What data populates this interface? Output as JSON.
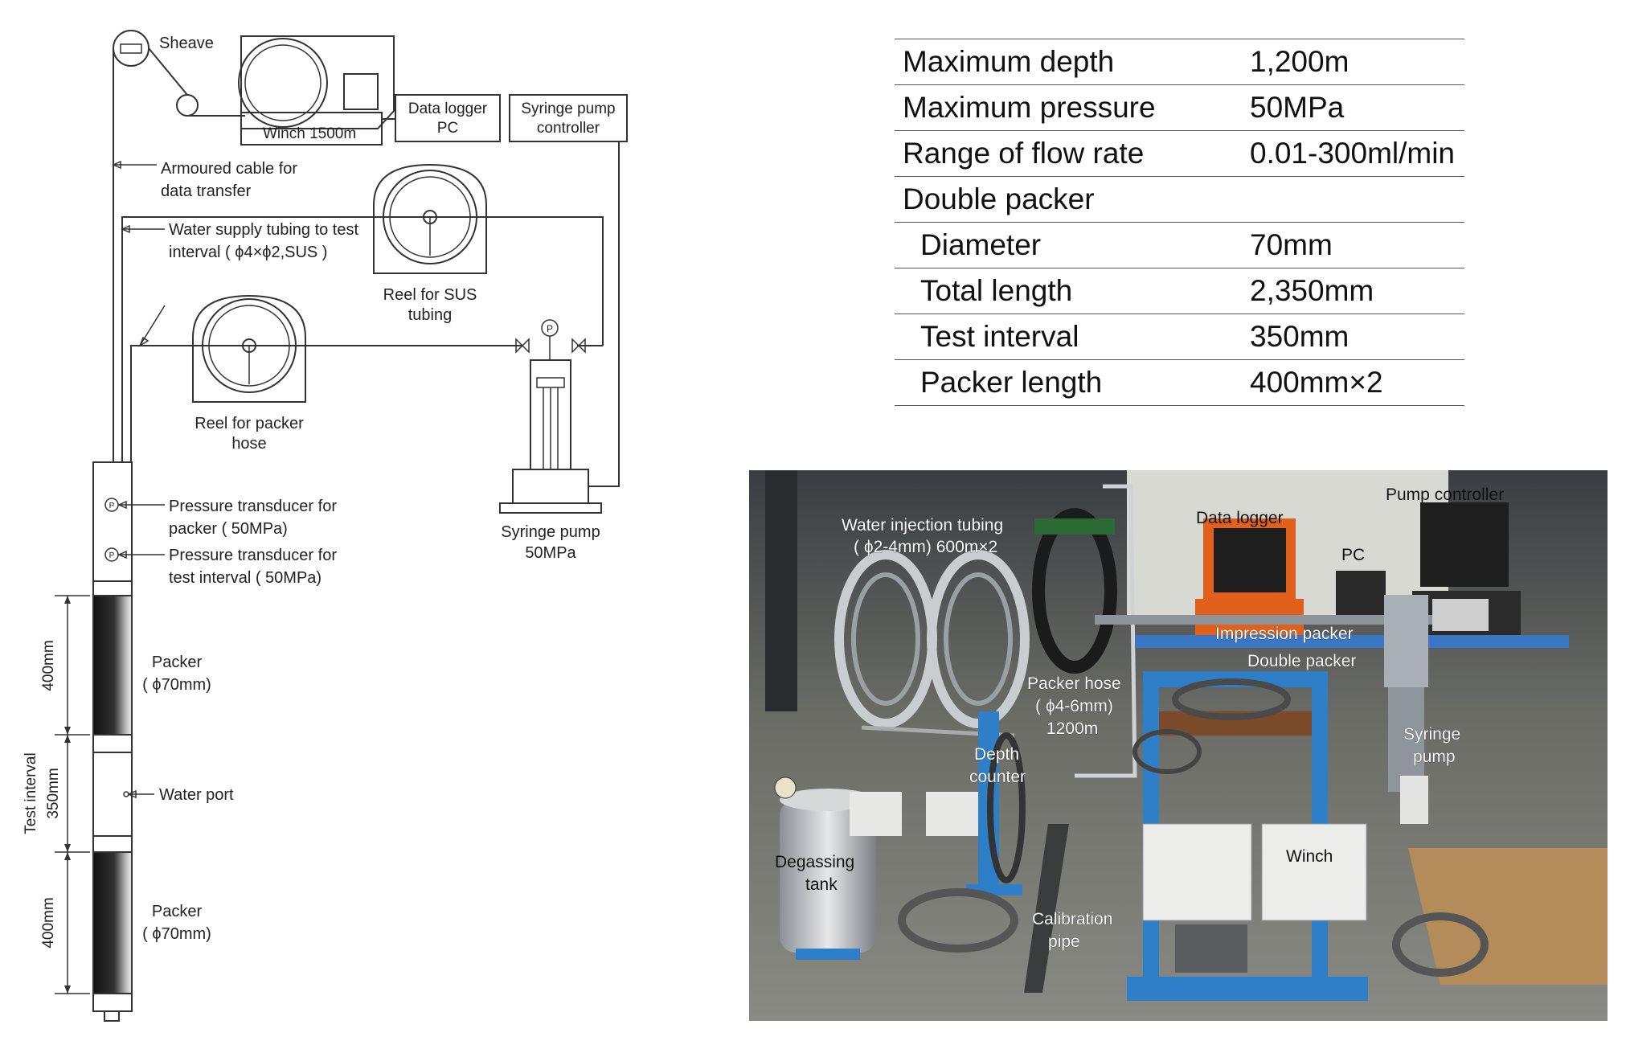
{
  "diagram": {
    "sheave": "Sheave",
    "winch": "Winch 1500m",
    "data_logger_l1": "Data logger",
    "data_logger_l2": "PC",
    "syringe_ctrl_l1": "Syringe pump",
    "syringe_ctrl_l2": "controller",
    "armoured_l1": "Armoured cable for",
    "armoured_l2": "data transfer",
    "water_supply_l1": "Water supply tubing to test",
    "water_supply_l2": "interval ( ϕ4×ϕ2,SUS )",
    "reel_sus_l1": "Reel for SUS",
    "reel_sus_l2": "tubing",
    "reel_packer_l1": "Reel for packer",
    "reel_packer_l2": "hose",
    "syringe_pump_l1": "Syringe pump",
    "syringe_pump_l2": "50MPa",
    "pt_packer_l1": "Pressure transducer for",
    "pt_packer_l2": "packer ( 50MPa)",
    "pt_test_l1": "Pressure transducer for",
    "pt_test_l2": "test interval ( 50MPa)",
    "packer_upper_l1": "Packer",
    "packer_upper_l2": "( ϕ70mm)",
    "packer_lower_l1": "Packer",
    "packer_lower_l2": "( ϕ70mm)",
    "water_port": "Water port",
    "dim_400_upper": "400mm",
    "dim_350": "350mm",
    "dim_400_lower": "400mm",
    "test_interval": "Test interval",
    "gauge_p": "P"
  },
  "spec_table": {
    "rows": [
      {
        "label": "Maximum depth",
        "value": "1,200m"
      },
      {
        "label": "Maximum pressure",
        "value": "50MPa"
      },
      {
        "label": "Range of flow rate",
        "value": "0.01-300ml/min"
      },
      {
        "label": "Double packer",
        "value": ""
      },
      {
        "label": "Diameter",
        "value": "70mm"
      },
      {
        "label": "Total length",
        "value": "2,350mm"
      },
      {
        "label": "Test interval",
        "value": "350mm"
      },
      {
        "label": "Packer length",
        "value": "400mm×2"
      }
    ]
  },
  "photo": {
    "water_injection_l1": "Water injection tubing",
    "water_injection_l2": "( ϕ2-4mm) 600m×2",
    "data_logger": "Data logger",
    "pump_controller": "Pump controller",
    "pc": "PC",
    "impression_packer": "Impression packer",
    "double_packer": "Double packer",
    "packer_hose_l1": "Packer hose",
    "packer_hose_l2": "( ϕ4-6mm)",
    "packer_hose_l3": "1200m",
    "depth_counter_l1": "Depth",
    "depth_counter_l2": "counter",
    "syringe_pump_l1": "Syringe",
    "syringe_pump_l2": "pump",
    "degassing_l1": "Degassing",
    "degassing_l2": "tank",
    "winch": "Winch",
    "calibration_l1": "Calibration",
    "calibration_l2": "pipe"
  },
  "colors": {
    "photo_blue": "#2f7fc8",
    "case_orange": "#e0601c",
    "floor": "#8a8a84"
  }
}
